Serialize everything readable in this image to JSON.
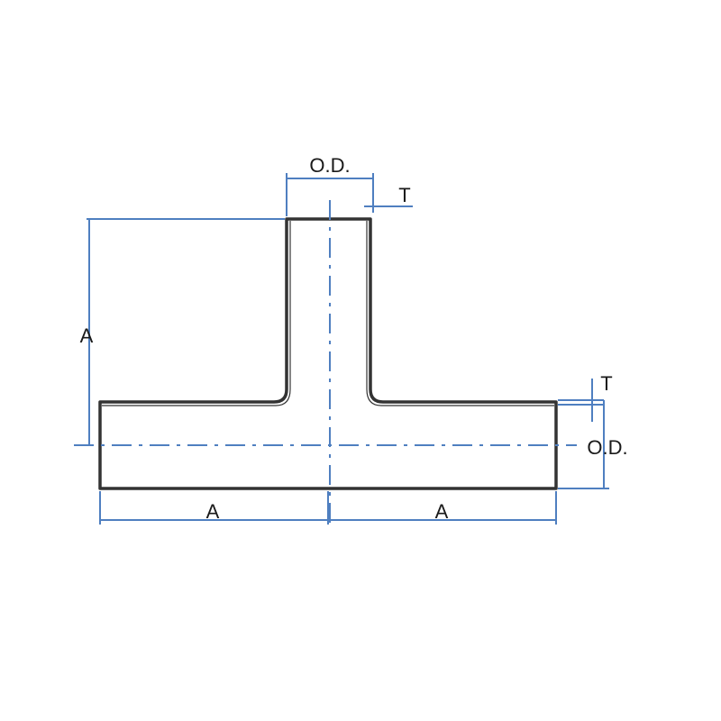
{
  "labels": {
    "branch_od": "O.D.",
    "branch_wall": "T",
    "branch_length": "A",
    "run_wall": "T",
    "run_od": "O.D.",
    "run_left_length": "A",
    "run_right_length": "A"
  },
  "colors": {
    "outline": "#333333",
    "dimension": "#4f7fc0",
    "centerline": "#4f7fc0",
    "background": "#ffffff"
  }
}
